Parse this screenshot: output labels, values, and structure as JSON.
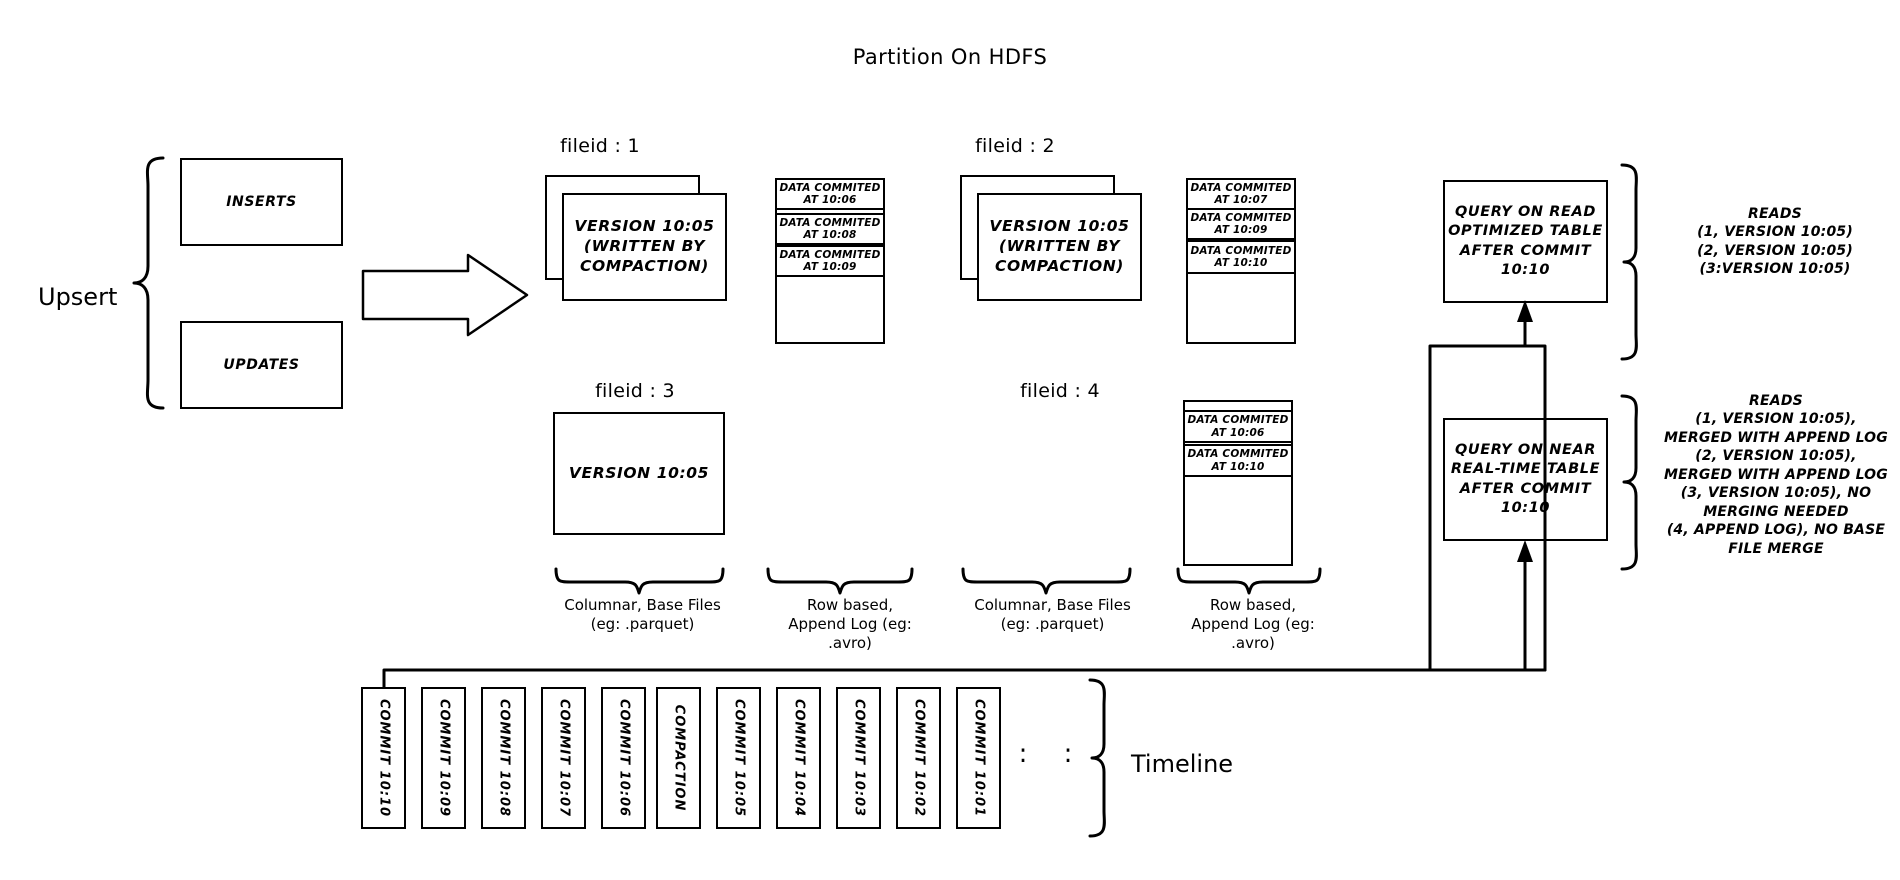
{
  "diagram": {
    "title": "Partition On HDFS",
    "upsert_label": "Upsert",
    "timeline_label": "Timeline",
    "commit_arrow_label": "Commit 10:10",
    "ellipsis": ":",
    "input_boxes": [
      {
        "label": "INSERTS"
      },
      {
        "label": "UPDATES"
      }
    ],
    "file_groups": [
      {
        "fileid_label": "fileid : 1",
        "base_file_text": "VERSION 10:05\n(WRITTEN BY\nCOMPACTION)",
        "stacked": true,
        "log_entries": [
          "DATA COMMITED\nAT 10:06",
          "DATA COMMITED\nAT 10:08",
          "DATA COMMITED\nAT 10:09"
        ]
      },
      {
        "fileid_label": "fileid : 2",
        "base_file_text": "VERSION 10:05\n(WRITTEN BY\nCOMPACTION)",
        "stacked": true,
        "log_entries": [
          "DATA COMMITED\nAT 10:07",
          "DATA COMMITED\nAT 10:09",
          "DATA COMMITED\nAT 10:10"
        ]
      },
      {
        "fileid_label": "fileid : 3",
        "base_file_text": "VERSION 10:05",
        "stacked": false,
        "log_entries": []
      },
      {
        "fileid_label": "fileid : 4",
        "base_file_text": "",
        "stacked": false,
        "log_entries": [
          "DATA COMMITED\nAT 10:06",
          "DATA COMMITED\nAT 10:10"
        ]
      }
    ],
    "captions": {
      "columnar": "Columnar, Base Files\n(eg: .parquet)",
      "row_log": "Row based,\nAppend Log  (eg:\n.avro)"
    },
    "queries": [
      {
        "name": "read-optimized",
        "box_text": "QUERY ON READ\nOPTIMIZED TABLE\nAFTER COMMIT\n10:10",
        "reads_text": "READS\n(1, VERSION 10:05)\n(2, VERSION 10:05)\n(3:VERSION 10:05)"
      },
      {
        "name": "near-real-time",
        "box_text": "QUERY ON NEAR\nREAL-TIME TABLE\nAFTER COMMIT\n10:10",
        "reads_text": "READS\n(1, VERSION 10:05),\nMERGED WITH APPEND LOG\n(2, VERSION 10:05),\nMERGED WITH APPEND LOG\n(3, VERSION 10:05), NO\nMERGING NEEDED\n(4, APPEND LOG), NO BASE\nFILE MERGE"
      }
    ],
    "timeline_items": [
      "COMMIT  10:10",
      "COMMIT  10:09",
      "COMMIT  10:08",
      "COMMIT  10:07",
      "COMMIT  10:06",
      "COMPACTION",
      "COMMIT  10:05",
      "COMMIT  10:04",
      "COMMIT  10:03",
      "COMMIT  10:02",
      "COMMIT  10:01"
    ],
    "colors": {
      "ink": "#000000",
      "paper": "#ffffff"
    }
  }
}
